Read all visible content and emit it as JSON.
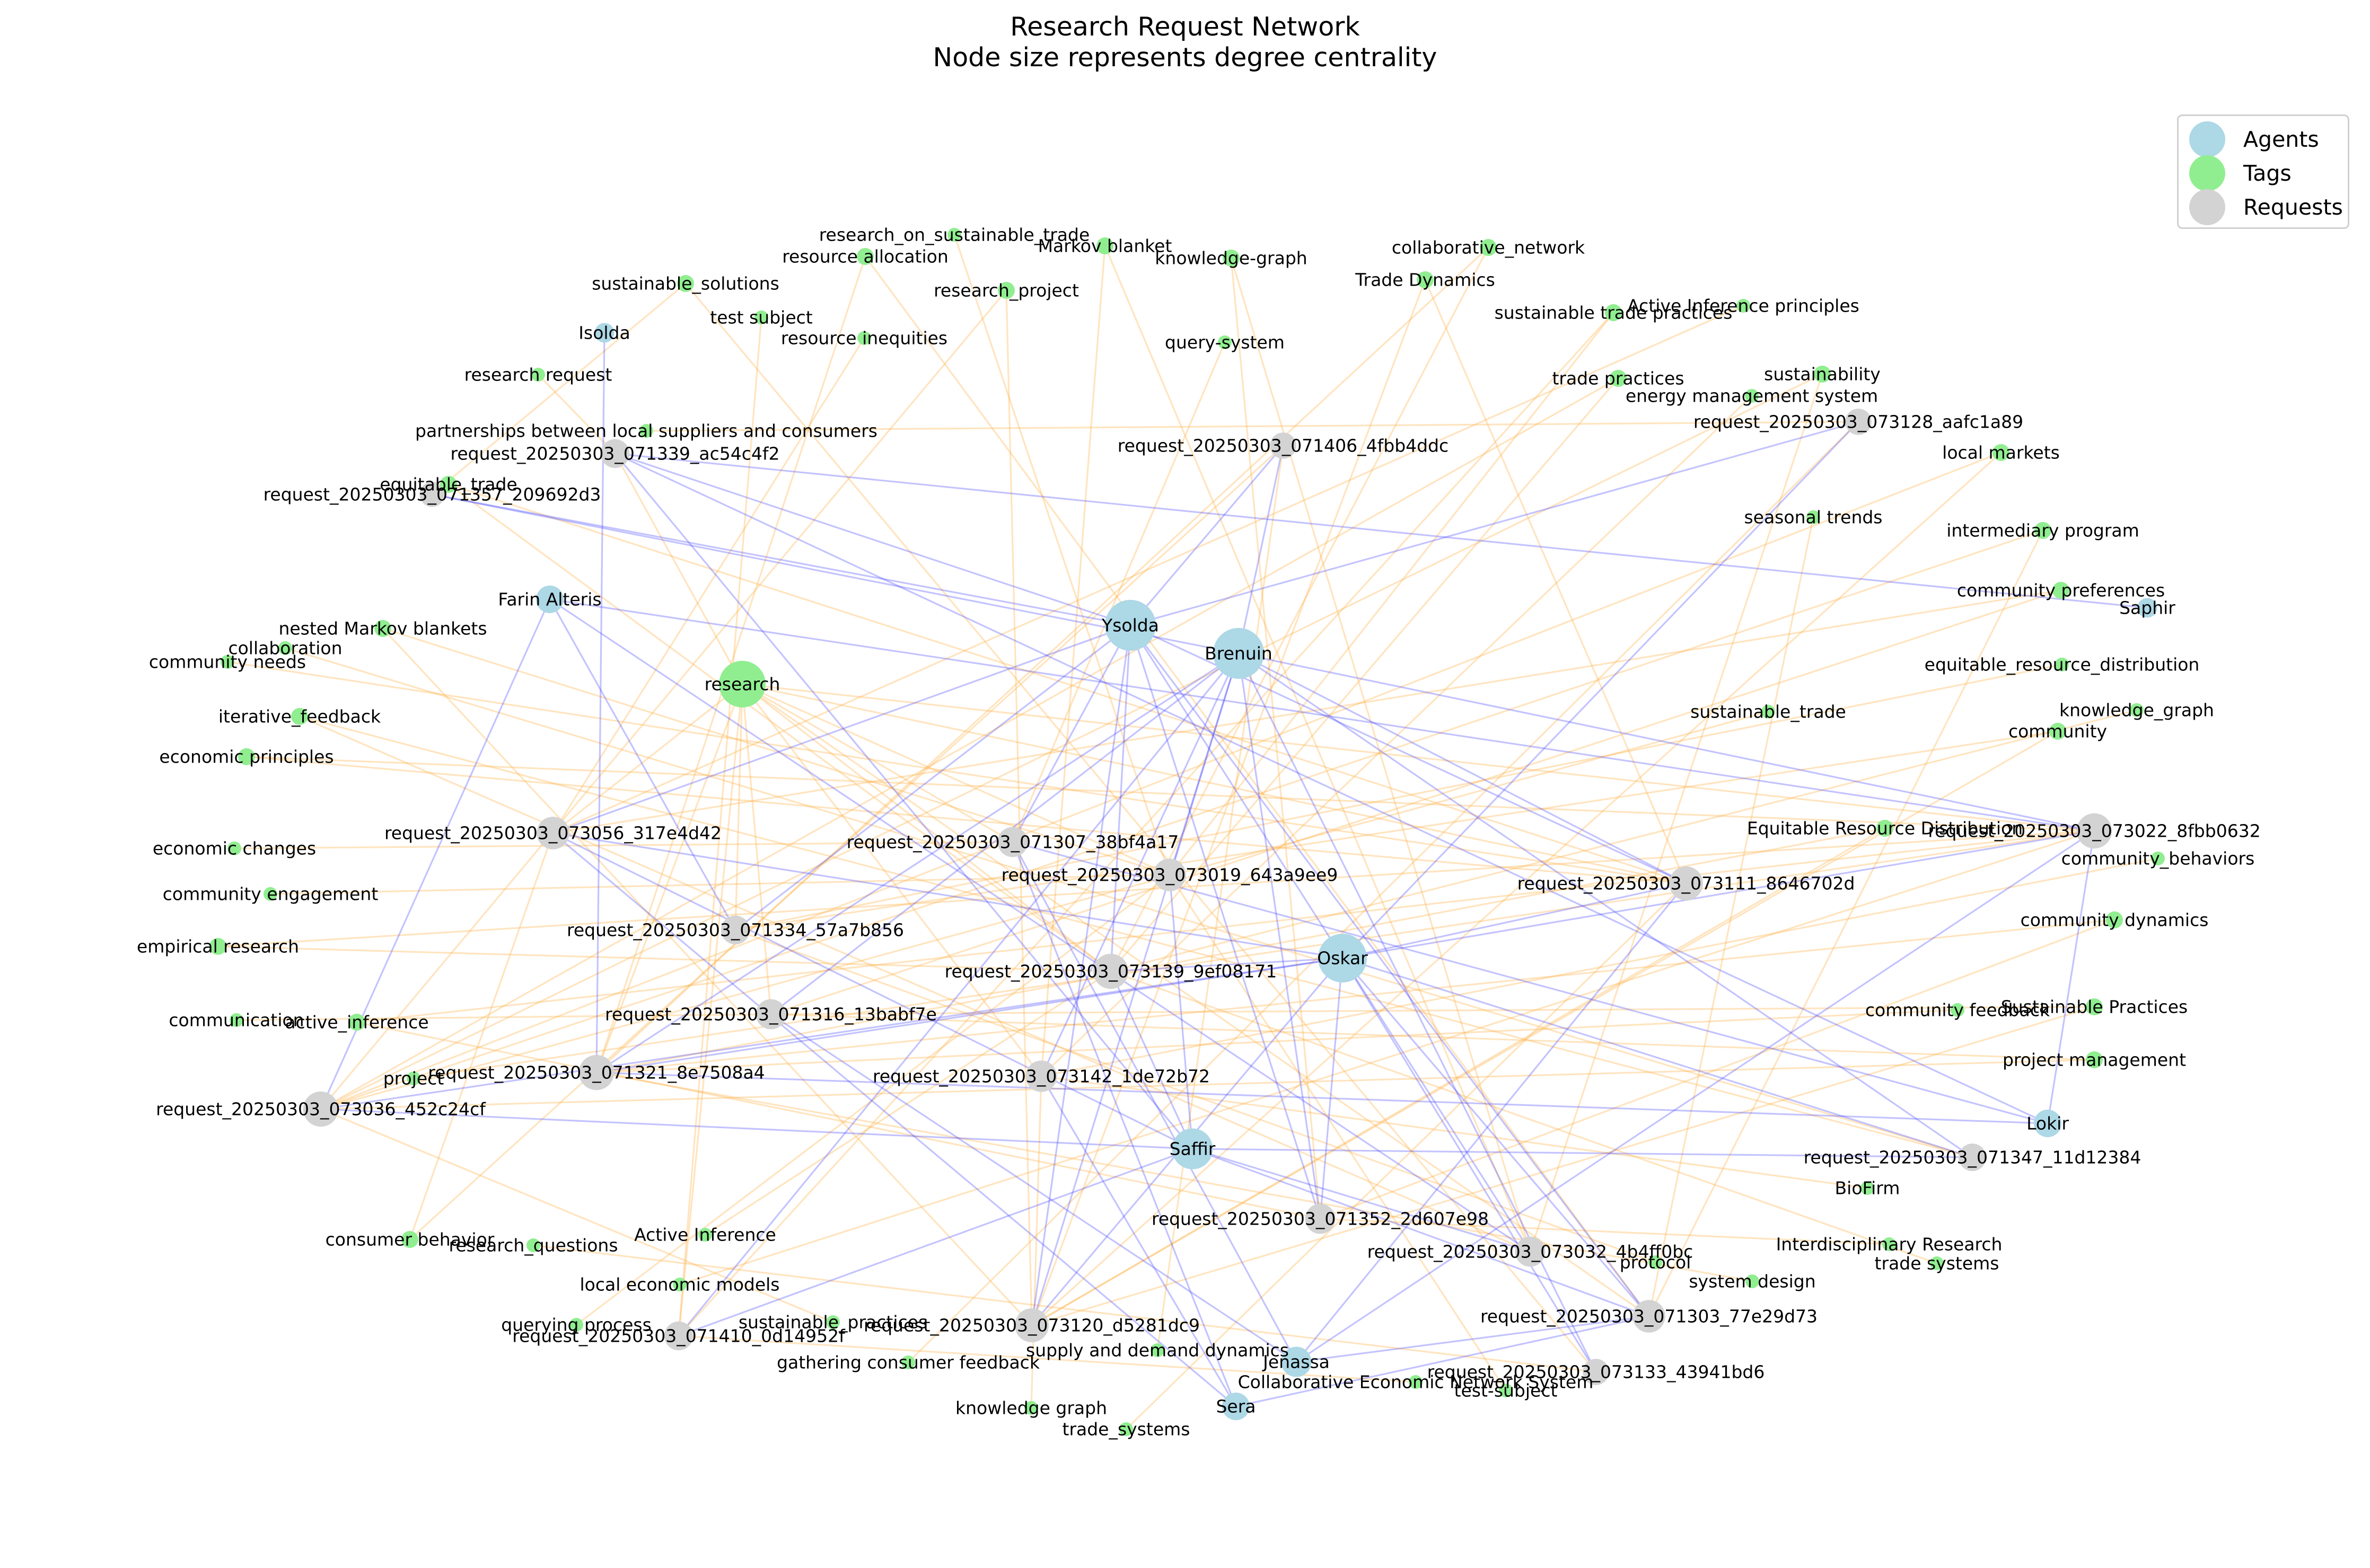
{
  "title": "Research Request Network",
  "subtitle": "Node size represents degree centrality",
  "colors": {
    "agent": "#add8e6",
    "tag": "#90ee90",
    "request": "#d3d3d3",
    "agent_edge": "#4444ff",
    "tag_edge": "#ffb347"
  },
  "legend": [
    {
      "label": "Agents",
      "type": "agent"
    },
    {
      "label": "Tags",
      "type": "tag"
    },
    {
      "label": "Requests",
      "type": "request"
    }
  ],
  "nodes": [
    {
      "id": "Ysolda",
      "type": "agent"
    },
    {
      "id": "Brenuin",
      "type": "agent"
    },
    {
      "id": "Oskar",
      "type": "agent"
    },
    {
      "id": "Saffir",
      "type": "agent"
    },
    {
      "id": "Farin Alteris",
      "type": "agent"
    },
    {
      "id": "Jenassa",
      "type": "agent"
    },
    {
      "id": "Sera",
      "type": "agent"
    },
    {
      "id": "Lokir",
      "type": "agent"
    },
    {
      "id": "Saphir",
      "type": "agent"
    },
    {
      "id": "Isolda",
      "type": "agent"
    },
    {
      "id": "request_20250303_071339_ac54c4f2",
      "type": "request"
    },
    {
      "id": "request_20250303_071357_209692d3",
      "type": "request"
    },
    {
      "id": "request_20250303_071406_4fbb4ddc",
      "type": "request"
    },
    {
      "id": "request_20250303_073128_aafc1a89",
      "type": "request"
    },
    {
      "id": "request_20250303_073056_317e4d42",
      "type": "request"
    },
    {
      "id": "request_20250303_071307_38bf4a17",
      "type": "request"
    },
    {
      "id": "request_20250303_073019_643a9ee9",
      "type": "request"
    },
    {
      "id": "request_20250303_073111_8646702d",
      "type": "request"
    },
    {
      "id": "request_20250303_073022_8fbb0632",
      "type": "request"
    },
    {
      "id": "request_20250303_071334_57a7b856",
      "type": "request"
    },
    {
      "id": "request_20250303_073139_9ef08171",
      "type": "request"
    },
    {
      "id": "request_20250303_071316_13babf7e",
      "type": "request"
    },
    {
      "id": "request_20250303_071321_8e7508a4",
      "type": "request"
    },
    {
      "id": "request_20250303_073142_1de72b72",
      "type": "request"
    },
    {
      "id": "request_20250303_073036_452c24cf",
      "type": "request"
    },
    {
      "id": "request_20250303_071347_11d12384",
      "type": "request"
    },
    {
      "id": "request_20250303_071352_2d607e98",
      "type": "request"
    },
    {
      "id": "request_20250303_073032_4b4ff0bc",
      "type": "request"
    },
    {
      "id": "request_20250303_071303_77e29d73",
      "type": "request"
    },
    {
      "id": "request_20250303_073133_43941bd6",
      "type": "request"
    },
    {
      "id": "request_20250303_071410_0d14952f",
      "type": "request"
    },
    {
      "id": "request_20250303_073120_d5281dc9",
      "type": "request"
    },
    {
      "id": "research",
      "type": "tag",
      "big": true
    },
    {
      "id": "research_on_sustainable_trade",
      "type": "tag"
    },
    {
      "id": "resource allocation",
      "type": "tag"
    },
    {
      "id": "Markov blanket",
      "type": "tag"
    },
    {
      "id": "knowledge-graph",
      "type": "tag"
    },
    {
      "id": "collaborative_network",
      "type": "tag"
    },
    {
      "id": "sustainable_solutions",
      "type": "tag"
    },
    {
      "id": "research_project",
      "type": "tag"
    },
    {
      "id": "Trade Dynamics",
      "type": "tag"
    },
    {
      "id": "test subject",
      "type": "tag"
    },
    {
      "id": "Active Inference principles",
      "type": "tag"
    },
    {
      "id": "sustainable trade practices",
      "type": "tag"
    },
    {
      "id": "resource inequities",
      "type": "tag"
    },
    {
      "id": "query-system",
      "type": "tag"
    },
    {
      "id": "research request",
      "type": "tag"
    },
    {
      "id": "trade practices",
      "type": "tag"
    },
    {
      "id": "sustainability",
      "type": "tag"
    },
    {
      "id": "energy management system",
      "type": "tag"
    },
    {
      "id": "partnerships between local suppliers and consumers",
      "type": "tag"
    },
    {
      "id": "local markets",
      "type": "tag"
    },
    {
      "id": "equitable_trade",
      "type": "tag"
    },
    {
      "id": "seasonal trends",
      "type": "tag"
    },
    {
      "id": "intermediary program",
      "type": "tag"
    },
    {
      "id": "community preferences",
      "type": "tag"
    },
    {
      "id": "nested Markov blankets",
      "type": "tag"
    },
    {
      "id": "collaboration",
      "type": "tag"
    },
    {
      "id": "community needs",
      "type": "tag"
    },
    {
      "id": "equitable_resource_distribution",
      "type": "tag"
    },
    {
      "id": "iterative_feedback",
      "type": "tag"
    },
    {
      "id": "sustainable_trade",
      "type": "tag"
    },
    {
      "id": "knowledge_graph",
      "type": "tag"
    },
    {
      "id": "community",
      "type": "tag"
    },
    {
      "id": "economic principles",
      "type": "tag"
    },
    {
      "id": "Equitable Resource Distribution",
      "type": "tag"
    },
    {
      "id": "economic changes",
      "type": "tag"
    },
    {
      "id": "community_behaviors",
      "type": "tag"
    },
    {
      "id": "community engagement",
      "type": "tag"
    },
    {
      "id": "community dynamics",
      "type": "tag"
    },
    {
      "id": "empirical research",
      "type": "tag"
    },
    {
      "id": "communication",
      "type": "tag"
    },
    {
      "id": "active_inference",
      "type": "tag"
    },
    {
      "id": "community feedback",
      "type": "tag"
    },
    {
      "id": "Sustainable Practices",
      "type": "tag"
    },
    {
      "id": "project",
      "type": "tag"
    },
    {
      "id": "project management",
      "type": "tag"
    },
    {
      "id": "BioFirm",
      "type": "tag"
    },
    {
      "id": "consumer behavior",
      "type": "tag"
    },
    {
      "id": "Active Inference",
      "type": "tag"
    },
    {
      "id": "research_questions",
      "type": "tag"
    },
    {
      "id": "Interdisciplinary Research",
      "type": "tag"
    },
    {
      "id": "protocol",
      "type": "tag"
    },
    {
      "id": "trade systems",
      "type": "tag"
    },
    {
      "id": "local economic models",
      "type": "tag"
    },
    {
      "id": "system design",
      "type": "tag"
    },
    {
      "id": "querying process",
      "type": "tag"
    },
    {
      "id": "sustainable_practices",
      "type": "tag"
    },
    {
      "id": "supply and demand dynamics",
      "type": "tag"
    },
    {
      "id": "gathering consumer feedback",
      "type": "tag"
    },
    {
      "id": "Collaborative Economic Network System",
      "type": "tag"
    },
    {
      "id": "test-subject",
      "type": "tag"
    },
    {
      "id": "knowledge graph",
      "type": "tag"
    },
    {
      "id": "trade_systems",
      "type": "tag"
    }
  ],
  "agent_edges": [
    [
      "Ysolda",
      "request_20250303_071339_ac54c4f2"
    ],
    [
      "Ysolda",
      "request_20250303_071357_209692d3"
    ],
    [
      "Ysolda",
      "request_20250303_071406_4fbb4ddc"
    ],
    [
      "Ysolda",
      "request_20250303_073128_aafc1a89"
    ],
    [
      "Ysolda",
      "request_20250303_073056_317e4d42"
    ],
    [
      "Ysolda",
      "request_20250303_071307_38bf4a17"
    ],
    [
      "Ysolda",
      "request_20250303_071334_57a7b856"
    ],
    [
      "Ysolda",
      "request_20250303_073139_9ef08171"
    ],
    [
      "Ysolda",
      "request_20250303_071352_2d607e98"
    ],
    [
      "Ysolda",
      "request_20250303_073032_4b4ff0bc"
    ],
    [
      "Ysolda",
      "request_20250303_071303_77e29d73"
    ],
    [
      "Ysolda",
      "request_20250303_073120_d5281dc9"
    ],
    [
      "Ysolda",
      "request_20250303_073111_8646702d"
    ],
    [
      "Brenuin",
      "request_20250303_071357_209692d3"
    ],
    [
      "Brenuin",
      "request_20250303_071406_4fbb4ddc"
    ],
    [
      "Brenuin",
      "request_20250303_073019_643a9ee9"
    ],
    [
      "Brenuin",
      "request_20250303_073111_8646702d"
    ],
    [
      "Brenuin",
      "request_20250303_073022_8fbb0632"
    ],
    [
      "Brenuin",
      "request_20250303_071316_13babf7e"
    ],
    [
      "Brenuin",
      "request_20250303_071321_8e7508a4"
    ],
    [
      "Brenuin",
      "request_20250303_073142_1de72b72"
    ],
    [
      "Brenuin",
      "request_20250303_071347_11d12384"
    ],
    [
      "Brenuin",
      "request_20250303_073133_43941bd6"
    ],
    [
      "Brenuin",
      "request_20250303_071410_0d14952f"
    ],
    [
      "Brenuin",
      "request_20250303_073120_d5281dc9"
    ],
    [
      "Brenuin",
      "request_20250303_071352_2d607e98"
    ],
    [
      "Oskar",
      "request_20250303_073128_aafc1a89"
    ],
    [
      "Oskar",
      "request_20250303_073056_317e4d42"
    ],
    [
      "Oskar",
      "request_20250303_073111_8646702d"
    ],
    [
      "Oskar",
      "request_20250303_073022_8fbb0632"
    ],
    [
      "Oskar",
      "request_20250303_073139_9ef08171"
    ],
    [
      "Oskar",
      "request_20250303_071321_8e7508a4"
    ],
    [
      "Oskar",
      "request_20250303_073036_452c24cf"
    ],
    [
      "Oskar",
      "request_20250303_071347_11d12384"
    ],
    [
      "Oskar",
      "request_20250303_071352_2d607e98"
    ],
    [
      "Oskar",
      "request_20250303_073133_43941bd6"
    ],
    [
      "Oskar",
      "request_20250303_073120_d5281dc9"
    ],
    [
      "Oskar",
      "request_20250303_071303_77e29d73"
    ],
    [
      "Saffir",
      "request_20250303_071339_ac54c4f2"
    ],
    [
      "Saffir",
      "request_20250303_073056_317e4d42"
    ],
    [
      "Saffir",
      "request_20250303_073139_9ef08171"
    ],
    [
      "Saffir",
      "request_20250303_073036_452c24cf"
    ],
    [
      "Saffir",
      "request_20250303_071347_11d12384"
    ],
    [
      "Saffir",
      "request_20250303_073032_4b4ff0bc"
    ],
    [
      "Saffir",
      "request_20250303_071410_0d14952f"
    ],
    [
      "Saffir",
      "request_20250303_071303_77e29d73"
    ],
    [
      "Saffir",
      "request_20250303_073019_643a9ee9"
    ],
    [
      "Farin Alteris",
      "request_20250303_073022_8fbb0632"
    ],
    [
      "Farin Alteris",
      "request_20250303_071334_57a7b856"
    ],
    [
      "Farin Alteris",
      "request_20250303_073036_452c24cf"
    ],
    [
      "Farin Alteris",
      "request_20250303_073032_4b4ff0bc"
    ],
    [
      "Jenassa",
      "request_20250303_073022_8fbb0632"
    ],
    [
      "Jenassa",
      "request_20250303_071307_38bf4a17"
    ],
    [
      "Jenassa",
      "request_20250303_073111_8646702d"
    ],
    [
      "Jenassa",
      "request_20250303_071316_13babf7e"
    ],
    [
      "Jenassa",
      "request_20250303_071303_77e29d73"
    ],
    [
      "Sera",
      "request_20250303_071307_38bf4a17"
    ],
    [
      "Sera",
      "request_20250303_073142_1de72b72"
    ],
    [
      "Sera",
      "request_20250303_071303_77e29d73"
    ],
    [
      "Sera",
      "request_20250303_073056_317e4d42"
    ],
    [
      "Lokir",
      "request_20250303_073022_8fbb0632"
    ],
    [
      "Lokir",
      "request_20250303_071307_38bf4a17"
    ],
    [
      "Lokir",
      "request_20250303_071321_8e7508a4"
    ],
    [
      "Lokir",
      "request_20250303_071339_ac54c4f2"
    ],
    [
      "Saphir",
      "request_20250303_071339_ac54c4f2"
    ],
    [
      "Isolda",
      "request_20250303_071321_8e7508a4"
    ]
  ],
  "tag_edges": [
    [
      "research",
      "request_20250303_071339_ac54c4f2"
    ],
    [
      "research",
      "request_20250303_073056_317e4d42"
    ],
    [
      "research",
      "request_20250303_071307_38bf4a17"
    ],
    [
      "research",
      "request_20250303_073019_643a9ee9"
    ],
    [
      "research",
      "request_20250303_071334_57a7b856"
    ],
    [
      "research",
      "request_20250303_073139_9ef08171"
    ],
    [
      "research",
      "request_20250303_071316_13babf7e"
    ],
    [
      "research",
      "request_20250303_071321_8e7508a4"
    ],
    [
      "research",
      "request_20250303_073142_1de72b72"
    ],
    [
      "research",
      "request_20250303_071410_0d14952f"
    ],
    [
      "research",
      "request_20250303_073111_8646702d"
    ],
    [
      "research",
      "request_20250303_073022_8fbb0632"
    ],
    [
      "research",
      "request_20250303_071303_77e29d73"
    ],
    [
      "research_on_sustainable_trade",
      "request_20250303_073019_643a9ee9"
    ],
    [
      "resource allocation",
      "request_20250303_071321_8e7508a4"
    ],
    [
      "Markov blanket",
      "request_20250303_073142_1de72b72"
    ],
    [
      "knowledge-graph",
      "request_20250303_071352_2d607e98"
    ],
    [
      "collaborative_network",
      "request_20250303_073139_9ef08171"
    ],
    [
      "sustainable_solutions",
      "request_20250303_071357_209692d3"
    ],
    [
      "research_project",
      "request_20250303_073120_d5281dc9"
    ],
    [
      "Trade Dynamics",
      "request_20250303_073111_8646702d"
    ],
    [
      "test subject",
      "request_20250303_071410_0d14952f"
    ],
    [
      "Active Inference principles",
      "request_20250303_073056_317e4d42"
    ],
    [
      "sustainable trade practices",
      "request_20250303_073019_643a9ee9"
    ],
    [
      "resource inequities",
      "request_20250303_073056_317e4d42"
    ],
    [
      "query-system",
      "request_20250303_071307_38bf4a17"
    ],
    [
      "research request",
      "request_20250303_071339_ac54c4f2"
    ],
    [
      "trade practices",
      "request_20250303_073139_9ef08171"
    ],
    [
      "sustainability",
      "request_20250303_073032_4b4ff0bc"
    ],
    [
      "energy management system",
      "request_20250303_073142_1de72b72"
    ],
    [
      "partnerships between local suppliers and consumers",
      "request_20250303_073128_aafc1a89"
    ],
    [
      "local markets",
      "request_20250303_073120_d5281dc9"
    ],
    [
      "equitable_trade",
      "request_20250303_073111_8646702d"
    ],
    [
      "seasonal trends",
      "request_20250303_071303_77e29d73"
    ],
    [
      "intermediary program",
      "request_20250303_071303_77e29d73"
    ],
    [
      "community preferences",
      "request_20250303_073056_317e4d42"
    ],
    [
      "nested Markov blankets",
      "request_20250303_073019_643a9ee9"
    ],
    [
      "collaboration",
      "request_20250303_071347_11d12384"
    ],
    [
      "community needs",
      "request_20250303_073111_8646702d"
    ],
    [
      "equitable_resource_distribution",
      "request_20250303_071334_57a7b856"
    ],
    [
      "iterative_feedback",
      "request_20250303_073032_4b4ff0bc"
    ],
    [
      "sustainable_trade",
      "request_20250303_073036_452c24cf"
    ],
    [
      "knowledge_graph",
      "request_20250303_073139_9ef08171"
    ],
    [
      "community",
      "request_20250303_071334_57a7b856"
    ],
    [
      "economic principles",
      "request_20250303_073111_8646702d"
    ],
    [
      "Equitable Resource Distribution",
      "request_20250303_073120_d5281dc9"
    ],
    [
      "economic changes",
      "request_20250303_071307_38bf4a17"
    ],
    [
      "community_behaviors",
      "request_20250303_073142_1de72b72"
    ],
    [
      "community engagement",
      "request_20250303_073019_643a9ee9"
    ],
    [
      "community dynamics",
      "request_20250303_071352_2d607e98"
    ],
    [
      "empirical research",
      "request_20250303_073139_9ef08171"
    ],
    [
      "communication",
      "request_20250303_071316_13babf7e"
    ],
    [
      "active_inference",
      "request_20250303_071352_2d607e98"
    ],
    [
      "community feedback",
      "request_20250303_071321_8e7508a4"
    ],
    [
      "Sustainable Practices",
      "request_20250303_073120_d5281dc9"
    ],
    [
      "project",
      "request_20250303_073022_8fbb0632"
    ],
    [
      "project management",
      "request_20250303_071316_13babf7e"
    ],
    [
      "BioFirm",
      "request_20250303_073142_1de72b72"
    ],
    [
      "consumer behavior",
      "request_20250303_071406_4fbb4ddc"
    ],
    [
      "Active Inference",
      "request_20250303_073139_9ef08171"
    ],
    [
      "research_questions",
      "request_20250303_073133_43941bd6"
    ],
    [
      "Interdisciplinary Research",
      "request_20250303_071352_2d607e98"
    ],
    [
      "protocol",
      "request_20250303_071334_57a7b856"
    ],
    [
      "trade systems",
      "request_20250303_073139_9ef08171"
    ],
    [
      "local economic models",
      "request_20250303_073022_8fbb0632"
    ],
    [
      "system design",
      "request_20250303_071321_8e7508a4"
    ],
    [
      "querying process",
      "request_20250303_073019_643a9ee9"
    ],
    [
      "sustainable_practices",
      "request_20250303_073036_452c24cf"
    ],
    [
      "supply and demand dynamics",
      "request_20250303_071406_4fbb4ddc"
    ],
    [
      "gathering consumer feedback",
      "request_20250303_073128_aafc1a89"
    ],
    [
      "Collaborative Economic Network System",
      "request_20250303_071410_0d14952f"
    ],
    [
      "test-subject",
      "request_20250303_073019_643a9ee9"
    ],
    [
      "knowledge graph",
      "request_20250303_073142_1de72b72"
    ],
    [
      "trade_systems",
      "request_20250303_073111_8646702d"
    ],
    [
      "sustainable trade practices",
      "request_20250303_071410_0d14952f"
    ],
    [
      "trade practices",
      "request_20250303_073036_452c24cf"
    ],
    [
      "sustainability",
      "request_20250303_073036_452c24cf"
    ],
    [
      "research_project",
      "request_20250303_073036_452c24cf"
    ],
    [
      "resource allocation",
      "request_20250303_071303_77e29d73"
    ],
    [
      "Markov blanket",
      "request_20250303_073032_4b4ff0bc"
    ],
    [
      "collaborative_network",
      "request_20250303_071321_8e7508a4"
    ],
    [
      "Trade Dynamics",
      "request_20250303_073120_d5281dc9"
    ],
    [
      "local markets",
      "request_20250303_073036_452c24cf"
    ],
    [
      "intermediary program",
      "request_20250303_073036_452c24cf"
    ],
    [
      "community preferences",
      "request_20250303_071316_13babf7e"
    ],
    [
      "community",
      "request_20250303_073120_d5281dc9"
    ],
    [
      "Equitable Resource Distribution",
      "request_20250303_071321_8e7508a4"
    ],
    [
      "community dynamics",
      "request_20250303_071321_8e7508a4"
    ],
    [
      "Sustainable Practices",
      "request_20250303_071316_13babf7e"
    ],
    [
      "project management",
      "request_20250303_073036_452c24cf"
    ],
    [
      "consumer behavior",
      "request_20250303_073056_317e4d42"
    ],
    [
      "equitable_trade",
      "request_20250303_073139_9ef08171"
    ],
    [
      "nested Markov blankets",
      "request_20250303_073120_d5281dc9"
    ],
    [
      "iterative_feedback",
      "request_20250303_071347_11d12384"
    ],
    [
      "economic principles",
      "request_20250303_073022_8fbb0632"
    ],
    [
      "empirical research",
      "request_20250303_073022_8fbb0632"
    ],
    [
      "active_inference",
      "request_20250303_073022_8fbb0632"
    ],
    [
      "knowledge-graph",
      "request_20250303_073032_4b4ff0bc"
    ],
    [
      "sustainable_solutions",
      "request_20250303_073133_43941bd6"
    ]
  ]
}
